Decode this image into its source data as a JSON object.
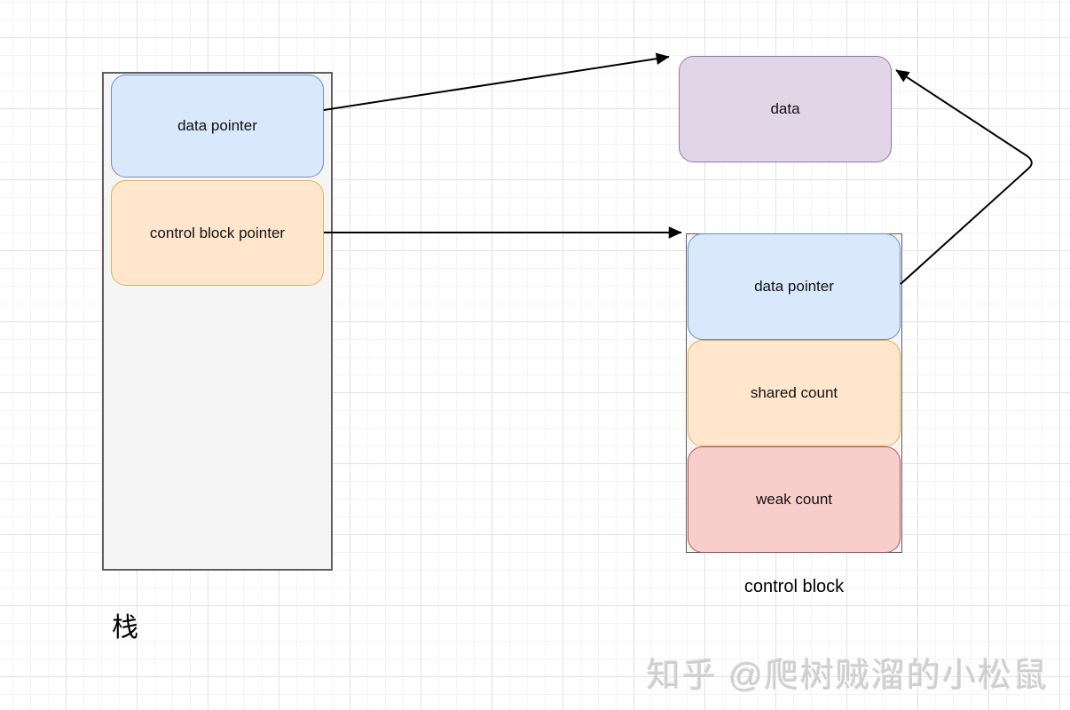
{
  "stack": {
    "label": "栈",
    "container_fill": "#f5f5f5",
    "container_border": "#5f5f5f",
    "cells": [
      {
        "label": "data pointer",
        "fill": "#dae8fc",
        "border": "#6c8ebf"
      },
      {
        "label": "control block pointer",
        "fill": "#ffe6cc",
        "border": "#d6b656"
      }
    ]
  },
  "data_box": {
    "label": "data",
    "fill": "#e1d5e7",
    "border": "#9673a6"
  },
  "control_block": {
    "label": "control block",
    "container_border": "#5f5f5f",
    "cells": [
      {
        "label": "data pointer",
        "fill": "#dae8fc",
        "border": "#6c8ebf"
      },
      {
        "label": "shared count",
        "fill": "#ffe6cc",
        "border": "#d6b656"
      },
      {
        "label": "weak count",
        "fill": "#f8cecc",
        "border": "#b85450"
      }
    ]
  },
  "arrows": {
    "color": "#000000",
    "items": [
      {
        "name": "stack-data-pointer-to-data"
      },
      {
        "name": "control-block-pointer-to-control-block"
      },
      {
        "name": "cb-data-pointer-to-data"
      }
    ]
  },
  "watermark": "知乎 @爬树贼溜的小松鼠"
}
